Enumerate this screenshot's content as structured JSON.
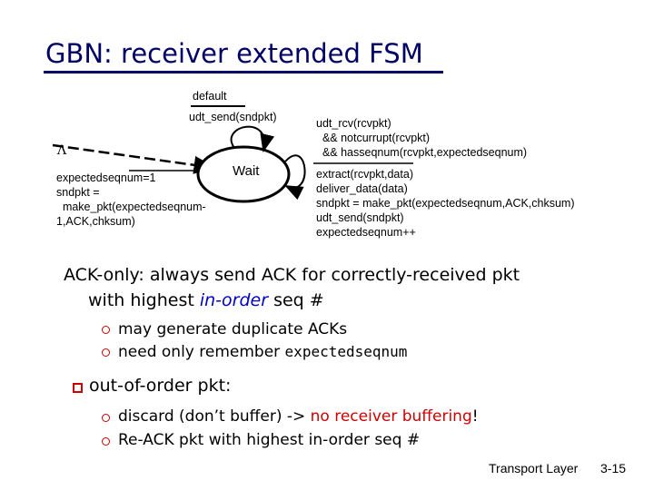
{
  "title": "GBN: receiver extended FSM",
  "fsm": {
    "self_loop_label_1": "default",
    "self_loop_label_2": "udt_send(sndpkt)",
    "lambda": "Λ",
    "init_action_lines": [
      "expectedseqnum=1",
      "sndpkt =",
      "  make_pkt(expectedseqnum-",
      "1,ACK,chksum)"
    ],
    "state_label": "Wait",
    "event_lines": [
      "udt_rcv(rcvpkt)",
      "  && notcurrupt(rcvpkt)",
      "  && hasseqnum(rcvpkt,expectedseqnum)"
    ],
    "action_lines": [
      "extract(rcvpkt,data)",
      "deliver_data(data)",
      "sndpkt = make_pkt(expectedseqnum,ACK,chksum)",
      "udt_send(sndpkt)",
      "expectedseqnum++"
    ]
  },
  "notes": {
    "ack_line1": "ACK-only: always send ACK for correctly-received pkt",
    "ack_line2_pre": "with highest ",
    "ack_line2_emph": "in-order",
    "ack_line2_post": " seq #",
    "sub1": "may generate duplicate ACKs",
    "sub2_pre": "need only remember ",
    "sub2_code": "expectedseqnum",
    "ooo_heading": "out-of-order pkt:",
    "sub3_pre": "discard (don’t buffer) -> ",
    "sub3_red": "no receiver buffering",
    "sub3_post": "!",
    "sub4": "Re-ACK pkt with highest in-order seq #"
  },
  "footer": {
    "label": "Transport Layer",
    "page": "3-15"
  },
  "colors": {
    "title": "#000066",
    "bullet": "#cc0000",
    "emphasis": "#0000cc",
    "alert": "#cc0000"
  }
}
